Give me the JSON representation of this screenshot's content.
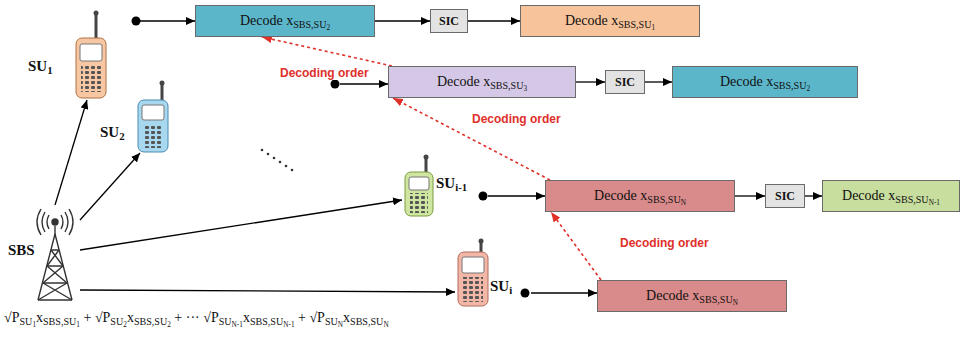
{
  "diagram": {
    "nodes": [
      {
        "text": [
          "SU1"
        ]
      },
      {
        "text": [
          "Decode xSBS,SU2"
        ]
      },
      {
        "text": [
          "SIC"
        ]
      },
      {
        "text": [
          "Decode xSBS,SU1"
        ]
      },
      {
        "text": [
          "SU2"
        ]
      },
      {
        "text": [
          "Decode xSBS,SU3"
        ]
      },
      {
        "text": [
          "SIC"
        ]
      },
      {
        "text": [
          "Decode xSBS,SU2"
        ]
      },
      {
        "text": [
          "SBS"
        ]
      },
      {
        "text": [
          "SUi-1"
        ]
      },
      {
        "text": [
          "Decode xSBS,SUN"
        ]
      },
      {
        "text": [
          "SIC"
        ]
      },
      {
        "text": [
          "Decode xSBS,SUN-1"
        ]
      },
      {
        "text": [
          "SUi"
        ]
      },
      {
        "text": [
          "Decode xSBS,SUN"
        ]
      }
    ],
    "edges": [
      {
        "from": 0,
        "to": 1,
        "arrow": "to"
      },
      {
        "from": 1,
        "to": 2,
        "arrow": "to"
      },
      {
        "from": 2,
        "to": 3,
        "arrow": "to"
      },
      {
        "from": 4,
        "to": 5,
        "arrow": "to"
      },
      {
        "from": 5,
        "to": 6,
        "arrow": "to"
      },
      {
        "from": 6,
        "to": 7,
        "arrow": "to"
      },
      {
        "from": 9,
        "to": 10,
        "arrow": "to"
      },
      {
        "from": 10,
        "to": 11,
        "arrow": "to"
      },
      {
        "from": 11,
        "to": 12,
        "arrow": "to"
      },
      {
        "from": 13,
        "to": 14,
        "arrow": "to"
      },
      {
        "from": 8,
        "to": 0,
        "arrow": "to"
      },
      {
        "from": 8,
        "to": 4,
        "arrow": "to"
      },
      {
        "from": 8,
        "to": 9,
        "arrow": "to"
      },
      {
        "from": 8,
        "to": 13,
        "arrow": "to"
      },
      {
        "from": 5,
        "to": 1,
        "label": "Decoding order",
        "arrow": "to"
      },
      {
        "from": 10,
        "to": 5,
        "label": "Decoding order",
        "arrow": "to"
      },
      {
        "from": 14,
        "to": 10,
        "label": "Decoding order",
        "arrow": "to"
      }
    ],
    "labels": [
      "√PSU1xSBS,SU1 + √PSU2xSBS,SU2 + ··· √PSUN-1xSBS,SUN-1 + √PSUNxSBS,SUN"
    ]
  }
}
